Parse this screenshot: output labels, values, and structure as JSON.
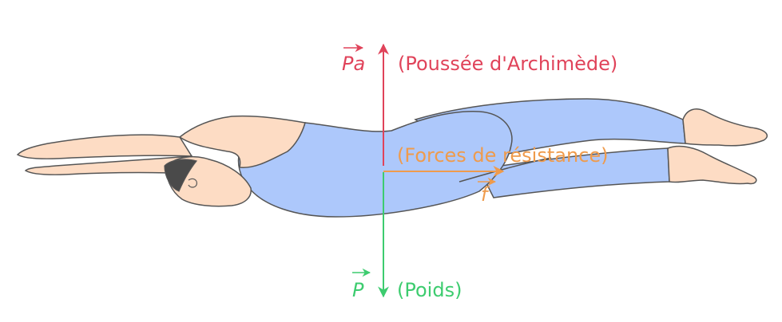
{
  "vectors": {
    "archimede": {
      "symbol": "Pa",
      "label": "(Poussée d'Archimède)",
      "color": "#e0435a"
    },
    "poids": {
      "symbol": "P",
      "label": "(Poids)",
      "color": "#3dcc6f"
    },
    "resistance": {
      "symbol": "f",
      "label": "(Forces de résistance)",
      "color": "#ef9b4c"
    }
  },
  "colors": {
    "skin": "#fddcc4",
    "suit": "#adc8fb",
    "cap": "#4a4a4a",
    "outline": "#555555"
  }
}
